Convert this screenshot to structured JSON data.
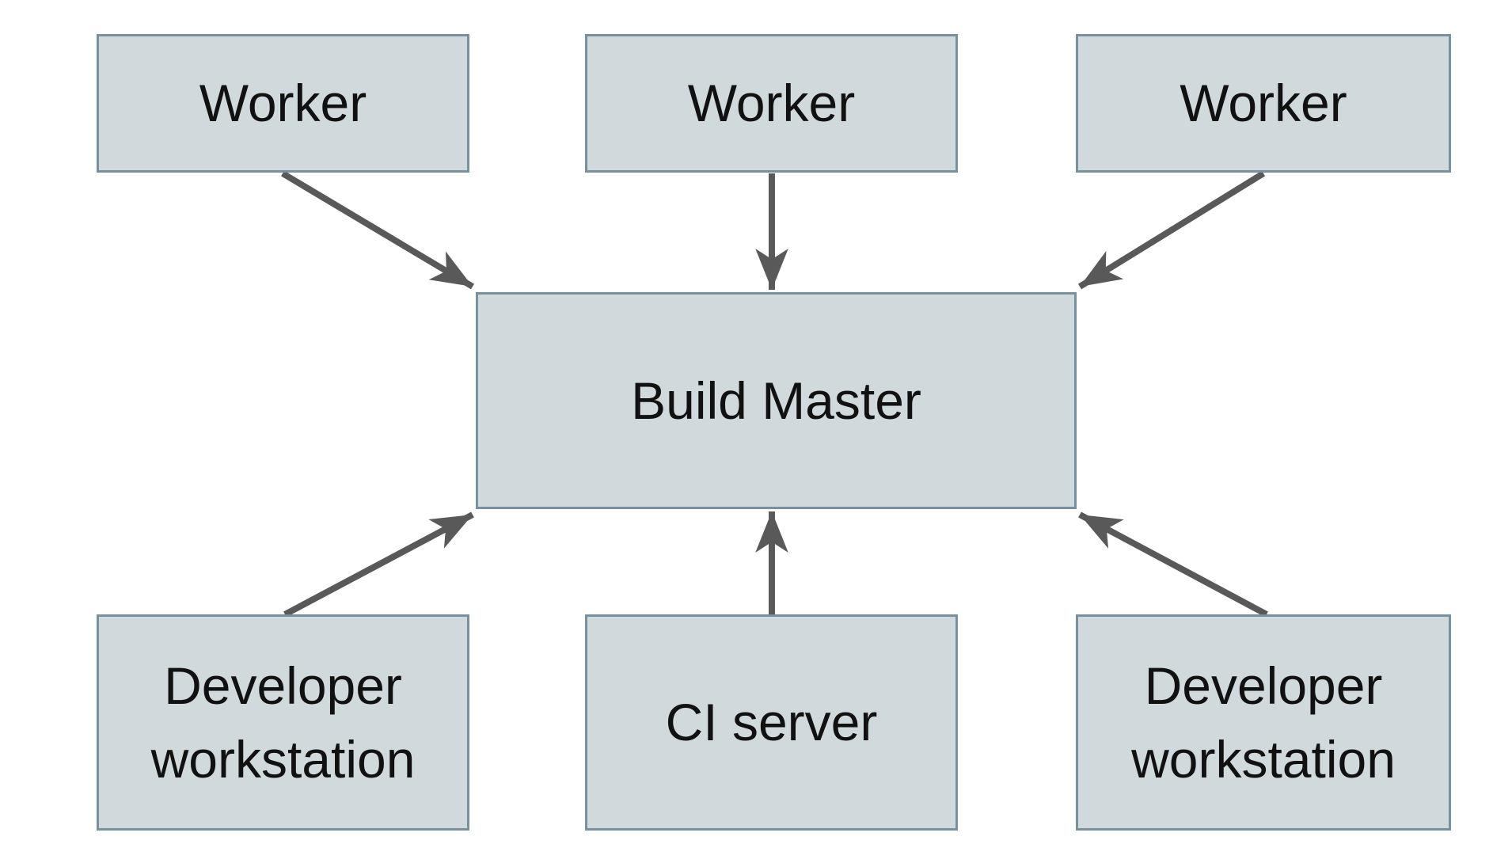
{
  "diagram": {
    "nodes": {
      "worker_left": {
        "label": "Worker"
      },
      "worker_middle": {
        "label": "Worker"
      },
      "worker_right": {
        "label": "Worker"
      },
      "build_master": {
        "label": "Build Master"
      },
      "dev_left": {
        "label": "Developer workstation"
      },
      "ci_server": {
        "label": "CI server"
      },
      "dev_right": {
        "label": "Developer workstation"
      }
    },
    "edges": [
      {
        "from": "worker_left",
        "to": "build_master"
      },
      {
        "from": "worker_middle",
        "to": "build_master"
      },
      {
        "from": "worker_right",
        "to": "build_master"
      },
      {
        "from": "dev_left",
        "to": "build_master"
      },
      {
        "from": "ci_server",
        "to": "build_master"
      },
      {
        "from": "dev_right",
        "to": "build_master"
      }
    ],
    "colors": {
      "background": "#ffffff",
      "node_fill": "#d0d9db",
      "node_border": "#78919e",
      "arrow": "#595959",
      "text": "#111111"
    }
  }
}
